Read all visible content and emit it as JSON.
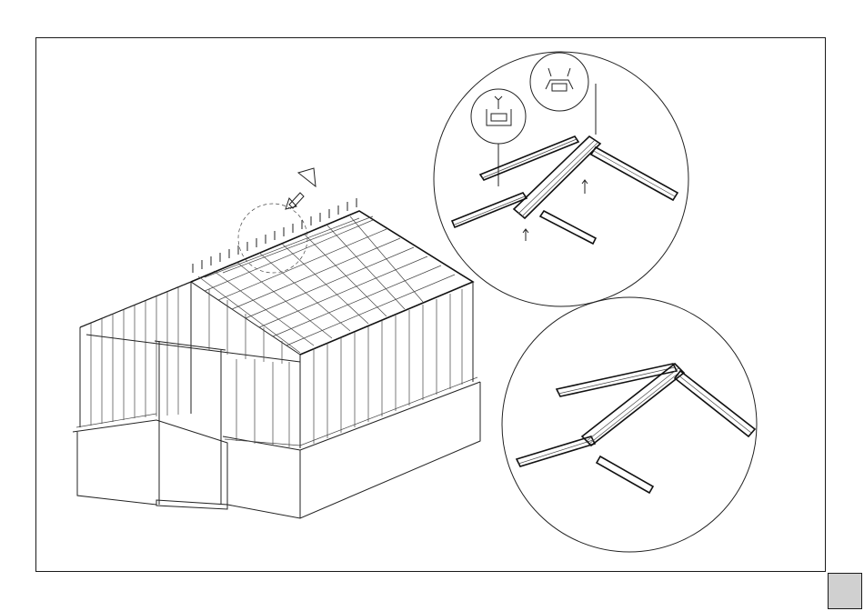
{
  "page": {
    "page_number": "",
    "colors": {
      "line": "#222222",
      "tab": "#d0d0d0",
      "paper": "#ffffff"
    }
  },
  "illustration": {
    "icons": [
      "greenhouse-drawing",
      "detail-circle-top",
      "detail-circle-bottom",
      "profile-callout-1",
      "profile-callout-2",
      "direction-arrow"
    ]
  }
}
